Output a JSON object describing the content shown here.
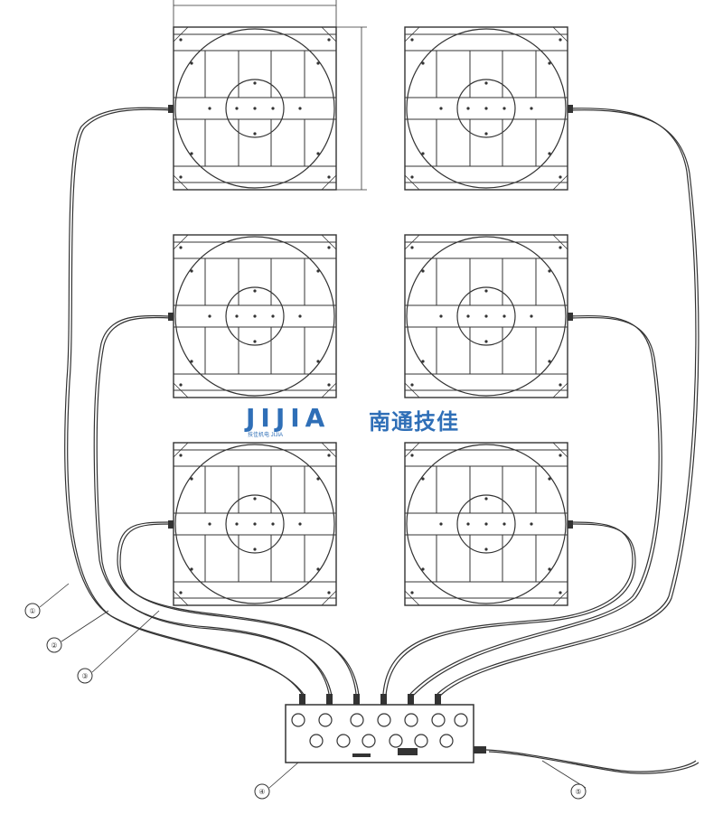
{
  "logo": {
    "latin": "JIJIA",
    "chinese": "南通技佳",
    "subtitle": "技佳机电 JIJIA",
    "color": "#2f6fb7"
  },
  "diagram": {
    "line_color": "#333333",
    "chuck_count": 6,
    "callouts": [
      "①",
      "②",
      "③",
      "④",
      "⑤"
    ]
  }
}
